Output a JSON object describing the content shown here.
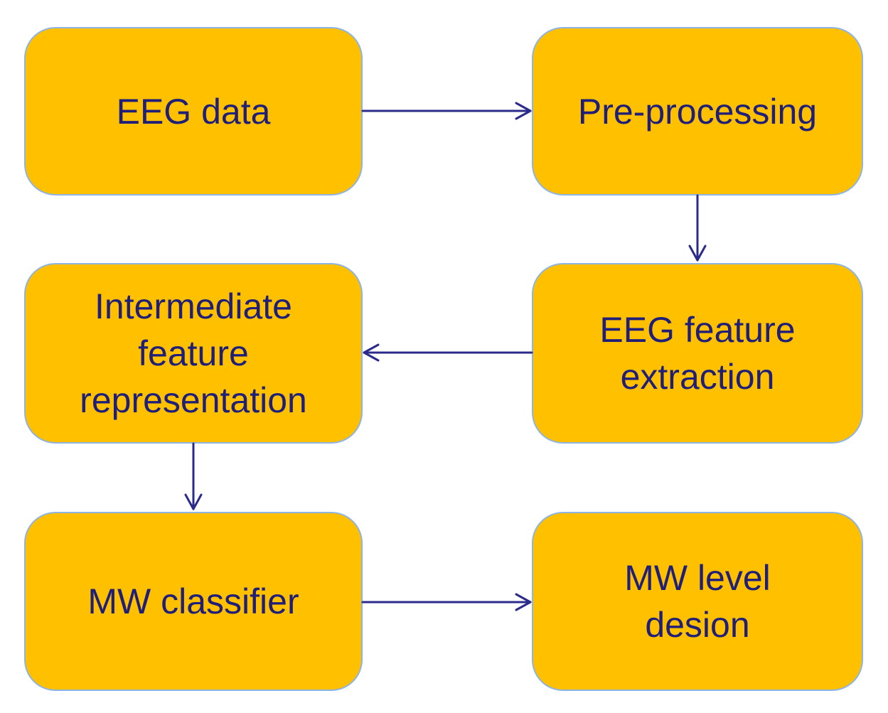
{
  "diagram": {
    "nodes": [
      {
        "id": "eeg-data",
        "label": "EEG data"
      },
      {
        "id": "pre-processing",
        "label": "Pre-processing"
      },
      {
        "id": "eeg-feature-extraction",
        "label": "EEG feature\nextraction"
      },
      {
        "id": "intermediate-feature-representation",
        "label": "Intermediate\nfeature\nrepresentation"
      },
      {
        "id": "mw-classifier",
        "label": "MW classifier"
      },
      {
        "id": "mw-level-desion",
        "label": "MW level\ndesion"
      }
    ],
    "edges": [
      {
        "from": "eeg-data",
        "to": "pre-processing"
      },
      {
        "from": "pre-processing",
        "to": "eeg-feature-extraction"
      },
      {
        "from": "eeg-feature-extraction",
        "to": "intermediate-feature-representation"
      },
      {
        "from": "intermediate-feature-representation",
        "to": "mw-classifier"
      },
      {
        "from": "mw-classifier",
        "to": "mw-level-desion"
      }
    ],
    "colors": {
      "box_fill": "#FFC000",
      "box_border": "#8EB4E3",
      "text": "#1F1F7A",
      "arrow": "#2B2B8C"
    }
  }
}
